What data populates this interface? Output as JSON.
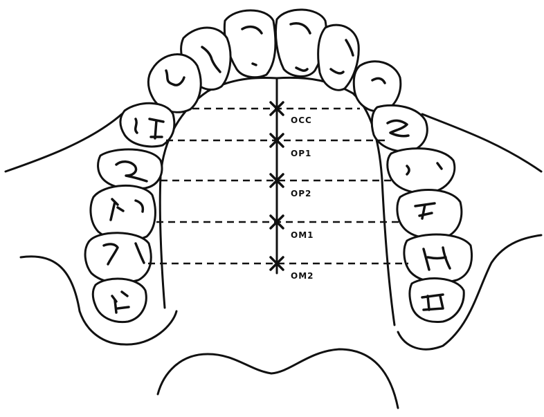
{
  "diagram": {
    "measurement_labels": [
      "OCC",
      "OP1",
      "OP2",
      "OM1",
      "OM2"
    ],
    "ink_color": "#111111",
    "background_color": "#ffffff"
  }
}
